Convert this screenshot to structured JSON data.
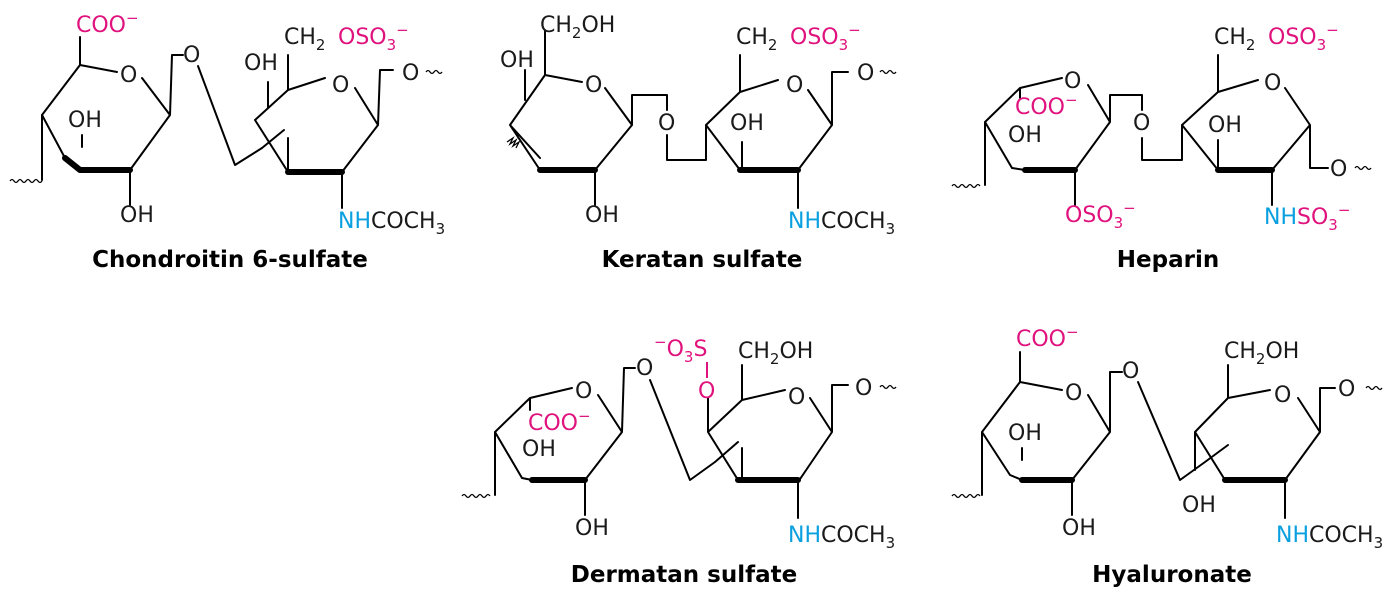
{
  "colors": {
    "text": "#1a1a1a",
    "sulfate_carboxylate": "#e0127e",
    "amine": "#0aa0e0"
  },
  "molecules": [
    {
      "name": "Chondroitin 6-sulfate",
      "labels": {
        "coo": "COO",
        "coo_charge": "−",
        "ring_o1": "O",
        "link_o": "O",
        "ring_o2": "O",
        "tail_o": "O",
        "oh_a": "OH",
        "oh_b": "OH",
        "oh_c": "OH",
        "ch2": "CH",
        "ch2_sub": "2",
        "oso": "OSO",
        "oso_sub": "3",
        "oso_charge": "−",
        "nh": "NH",
        "coch": "COCH",
        "coch_sub": "3"
      }
    },
    {
      "name": "Keratan sulfate",
      "labels": {
        "ch2oh": "CH",
        "ch2oh_sub": "2",
        "ch2oh_oh": "OH",
        "oh_a": "OH",
        "ring_o1": "O",
        "link_o": "O",
        "ring_o2": "O",
        "tail_o": "O",
        "oh_b": "OH",
        "oh_c": "OH",
        "ch2": "CH",
        "ch2_sub": "2",
        "oso": "OSO",
        "oso_sub": "3",
        "oso_charge": "−",
        "nh": "NH",
        "coch": "COCH",
        "coch_sub": "3"
      }
    },
    {
      "name": "Heparin",
      "labels": {
        "ring_o1": "O",
        "coo": "COO",
        "coo_charge": "−",
        "oh_a": "OH",
        "link_o": "O",
        "ring_o2": "O",
        "tail_o": "O",
        "oh_b": "OH",
        "oso_a": "OSO",
        "oso_a_sub": "3",
        "oso_a_charge": "−",
        "ch2": "CH",
        "ch2_sub": "2",
        "oso_b": "OSO",
        "oso_b_sub": "3",
        "oso_b_charge": "−",
        "nh": "NH",
        "nhso": "SO",
        "nhso_sub": "3",
        "nhso_charge": "−"
      }
    },
    {
      "name": "Dermatan sulfate",
      "labels": {
        "ring_o1": "O",
        "coo": "COO",
        "coo_charge": "−",
        "oh_a": "OH",
        "oh_b": "OH",
        "link_o": "O",
        "so_charge": "−",
        "so_o": "O",
        "so_sub": "3",
        "so_s": "S",
        "so_o2": "O",
        "ch2oh": "CH",
        "ch2oh_sub": "2",
        "ch2oh_oh": "OH",
        "ring_o2": "O",
        "tail_o": "O",
        "nh": "NH",
        "coch": "COCH",
        "coch_sub": "3"
      }
    },
    {
      "name": "Hyaluronate",
      "labels": {
        "coo": "COO",
        "coo_charge": "−",
        "ring_o1": "O",
        "link_o": "O",
        "oh_a": "OH",
        "oh_b": "OH",
        "oh_c": "OH",
        "ch2oh": "CH",
        "ch2oh_sub": "2",
        "ch2oh_oh": "OH",
        "ring_o2": "O",
        "tail_o": "O",
        "nh": "NH",
        "coch": "COCH",
        "coch_sub": "3"
      }
    }
  ]
}
